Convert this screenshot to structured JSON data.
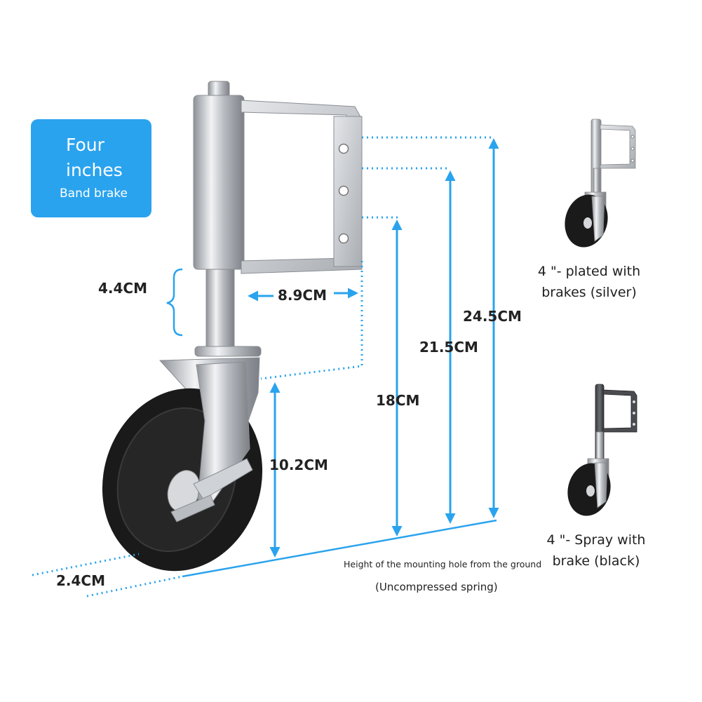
{
  "badge": {
    "line1": "Four",
    "line2": "inches",
    "line3": "Band brake",
    "color": "#2aa3ee"
  },
  "dimensions": {
    "stem_height": "4.4CM",
    "bracket_width": "8.9CM",
    "hole_top": "24.5CM",
    "hole_middle": "21.5CM",
    "hole_bottom": "18CM",
    "wheel_height": "10.2CM",
    "wheel_width": "2.4CM"
  },
  "notes": {
    "mounting": "Height of the mounting hole from the ground",
    "spring": "(Uncompressed spring)"
  },
  "variants": [
    {
      "line1": "4 \"- plated with",
      "line2": "brakes (silver)"
    },
    {
      "line1": "4 \"- Spray with",
      "line2": "brake (black)"
    }
  ],
  "colors": {
    "accent": "#2aa3ee",
    "wheel": "#1a1a1a",
    "metal": "#c9ccd1"
  }
}
